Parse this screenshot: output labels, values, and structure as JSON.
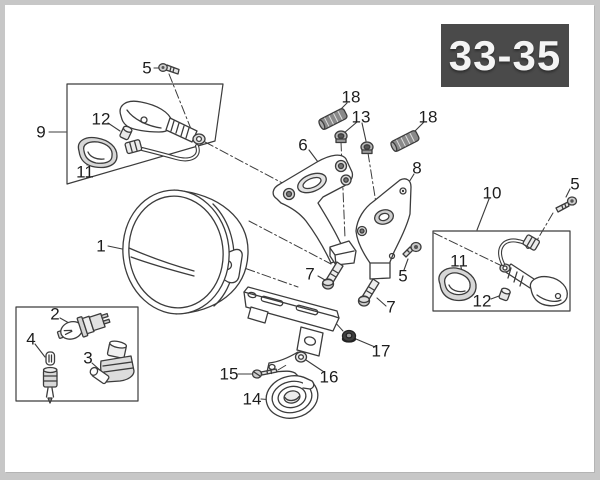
{
  "page": {
    "badge_label": "33-35",
    "colors": {
      "frame": "#c7c7c7",
      "paper": "#ffffff",
      "line": "#3c3c3c",
      "badge_bg": "#4a4a4a",
      "badge_text": "#f4f4f4"
    }
  },
  "callouts": {
    "c1": {
      "num": "1"
    },
    "c2": {
      "num": "2"
    },
    "c3": {
      "num": "3"
    },
    "c4": {
      "num": "4"
    },
    "c5a": {
      "num": "5"
    },
    "c5b": {
      "num": "5"
    },
    "c5c": {
      "num": "5"
    },
    "c6": {
      "num": "6"
    },
    "c7a": {
      "num": "7"
    },
    "c7b": {
      "num": "7"
    },
    "c8": {
      "num": "8"
    },
    "c9": {
      "num": "9"
    },
    "c10": {
      "num": "10"
    },
    "c11a": {
      "num": "11"
    },
    "c11b": {
      "num": "11"
    },
    "c12a": {
      "num": "12"
    },
    "c12b": {
      "num": "12"
    },
    "c13": {
      "num": "13"
    },
    "c14": {
      "num": "14"
    },
    "c15": {
      "num": "15"
    },
    "c16": {
      "num": "16"
    },
    "c17": {
      "num": "17"
    },
    "c18a": {
      "num": "18"
    },
    "c18b": {
      "num": "18"
    }
  }
}
